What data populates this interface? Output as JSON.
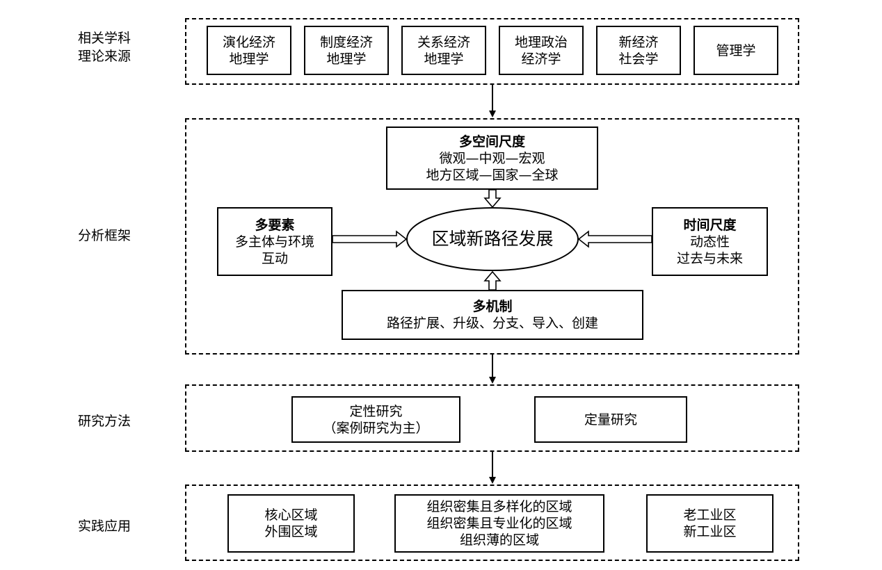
{
  "rows": {
    "theory": {
      "label_line1": "相关学科",
      "label_line2": "理论来源"
    },
    "framework": {
      "label": "分析框架"
    },
    "methods": {
      "label": "研究方法"
    },
    "practice": {
      "label": "实践应用"
    }
  },
  "theory_boxes": [
    {
      "line1": "演化经济",
      "line2": "地理学"
    },
    {
      "line1": "制度经济",
      "line2": "地理学"
    },
    {
      "line1": "关系经济",
      "line2": "地理学"
    },
    {
      "line1": "地理政治",
      "line2": "经济学"
    },
    {
      "line1": "新经济",
      "line2": "社会学"
    },
    {
      "line1": "管理学",
      "line2": ""
    }
  ],
  "framework": {
    "center": "区域新路径发展",
    "space": {
      "title": "多空间尺度",
      "line1": "微观—中观—宏观",
      "line2": "地方区域—国家—全球"
    },
    "elements": {
      "title": "多要素",
      "line1": "多主体与环境",
      "line2": "互动"
    },
    "time": {
      "title": "时间尺度",
      "line1": "动态性",
      "line2": "过去与未来"
    },
    "mechanism": {
      "title": "多机制",
      "line1": "路径扩展、升级、分支、导入、创建"
    }
  },
  "methods": {
    "qualitative": {
      "line1": "定性研究",
      "line2": "（案例研究为主）"
    },
    "quantitative": {
      "line1": "定量研究"
    }
  },
  "practice": {
    "core": {
      "line1": "核心区域",
      "line2": "外围区域"
    },
    "organization": {
      "line1": "组织密集且多样化的区域",
      "line2": "组织密集且专业化的区域",
      "line3": "组织薄的区域"
    },
    "industrial": {
      "line1": "老工业区",
      "line2": "新工业区"
    }
  }
}
